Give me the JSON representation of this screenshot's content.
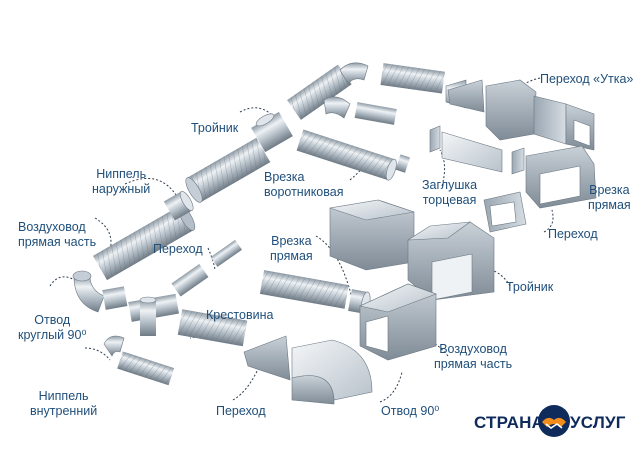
{
  "labels": {
    "perehod_utka": "Переход «Утка»",
    "troynik_top": "Тройник",
    "nippel_naruzh": [
      "Ниппель",
      "наружный"
    ],
    "vrezka_vorot": [
      "Врезка",
      "воротниковая"
    ],
    "zaglushka": [
      "Заглушка",
      "торцевая"
    ],
    "vrezka_pryam_right": [
      "Врезка",
      "прямая"
    ],
    "vozduh_left": [
      "Воздуховод",
      "прямая часть"
    ],
    "perehod_mid": "Переход",
    "perehod_right": "Переход",
    "vrezka_pryam_mid": [
      "Врезка",
      "прямая"
    ],
    "troynik_right": "Тройник",
    "otvod_left": [
      "Отвод",
      "круглый 90⁰"
    ],
    "krestovina": "Крестовина",
    "vozduh_right": [
      "Воздуховод",
      "прямая часть"
    ],
    "nippel_vnutr": [
      "Ниппель",
      "внутренний"
    ],
    "perehod_bottom": "Переход",
    "otvod_bottom": "Отвод 90⁰"
  },
  "logo": {
    "left": "СТРАНА",
    "right": "УСЛУГ"
  },
  "colors": {
    "label": "#1f4f7a",
    "metal_dark": "#7d8a96",
    "metal_light": "#e9eef2",
    "logo_blue": "#0f2b5b",
    "logo_orange": "#f28c1a"
  }
}
